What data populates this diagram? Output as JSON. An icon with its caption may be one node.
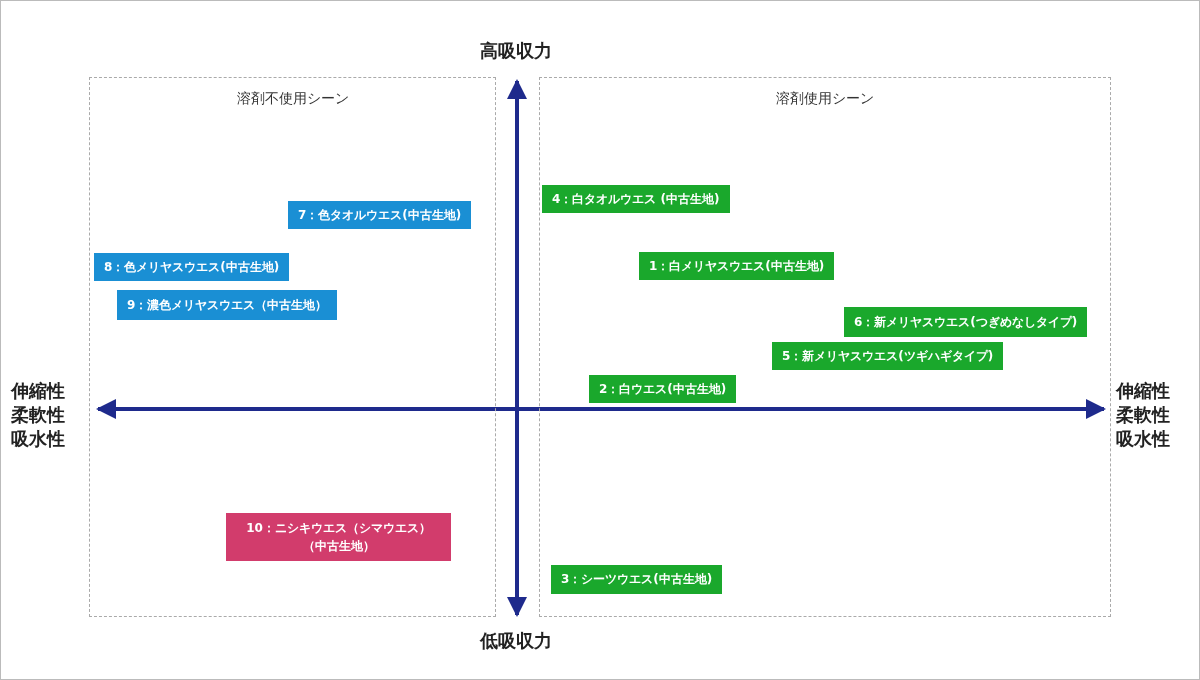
{
  "diagram": {
    "nodes": [
      {
        "text": [
          "溶剤不使用シーン"
        ]
      },
      {
        "text": [
          "溶剤使用シーン"
        ]
      },
      {
        "text": [
          "7：色タオルウエス(中古生地)"
        ],
        "in": 0
      },
      {
        "text": [
          "4：白タオルウエス (中古生地)"
        ],
        "in": 1
      },
      {
        "text": [
          "8：色メリヤスウエス(中古生地)"
        ],
        "in": 0
      },
      {
        "text": [
          "1：白メリヤスウエス(中古生地)"
        ],
        "in": 1
      },
      {
        "text": [
          "9：濃色メリヤスウエス（中古生地）"
        ],
        "in": 0
      },
      {
        "text": [
          "6：新メリヤスウエス(つぎめなしタイプ)"
        ],
        "in": 1
      },
      {
        "text": [
          "5：新メリヤスウエス(ツギハギタイプ)"
        ],
        "in": 1
      },
      {
        "text": [
          "2：白ウエス(中古生地)"
        ],
        "in": 1
      },
      {
        "text": [
          "10：ニシキウエス（シマウエス）（中古生地）"
        ],
        "in": 0
      },
      {
        "text": [
          "3：シーツウエス(中古生地)"
        ],
        "in": 1
      }
    ],
    "labels": [
      "高吸収力",
      "伸縮性柔軟性吸水性",
      "伸縮性柔軟性吸水性",
      "低吸収力"
    ]
  }
}
